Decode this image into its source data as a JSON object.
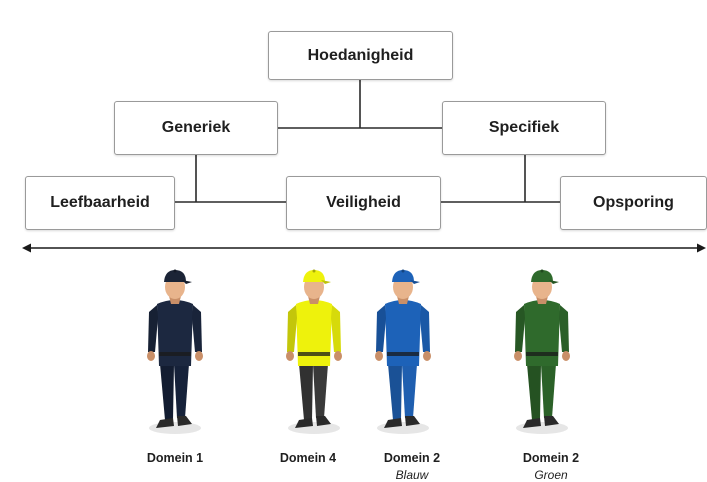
{
  "hierarchy": {
    "root": "Hoedanigheid",
    "level2": {
      "left": "Generiek",
      "right": "Specifiek"
    },
    "level3": {
      "left": "Leefbaarheid",
      "center": "Veiligheid",
      "right": "Opsporing"
    }
  },
  "figures": [
    {
      "label": "Domein 1",
      "sublabel": "",
      "shirt_color": "#1c2840",
      "pants_color": "#16223a",
      "cap_color": "#1b2436",
      "icon": "person-navy-uniform-icon"
    },
    {
      "label": "Domein 4",
      "sublabel": "",
      "shirt_color": "#eef20c",
      "pants_color": "#3a3a3a",
      "cap_color": "#eef20c",
      "icon": "person-yellow-vest-icon"
    },
    {
      "label": "Domein 2",
      "sublabel": "Blauw",
      "shirt_color": "#1d62b8",
      "pants_color": "#1f5fb0",
      "cap_color": "#1d62b8",
      "icon": "person-blue-uniform-icon"
    },
    {
      "label": "Domein 2",
      "sublabel": "Groen",
      "shirt_color": "#2f6a2c",
      "pants_color": "#2b6128",
      "cap_color": "#2f6a2c",
      "icon": "person-green-uniform-icon"
    }
  ]
}
